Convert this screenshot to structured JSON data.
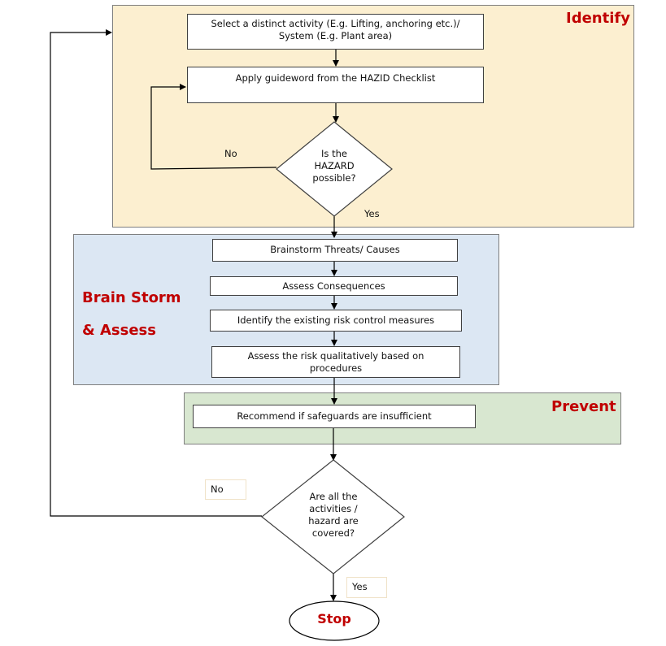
{
  "stages": {
    "identify": "Identify",
    "brainstorm_line1": "Brain Storm",
    "brainstorm_line2": "& Assess",
    "prevent": "Prevent"
  },
  "steps": {
    "select_activity_line1": "Select a distinct activity (E.g. Lifting, anchoring etc.)/",
    "select_activity_line2": "System (E.g. Plant area)",
    "apply_guideword": "Apply guideword from the HAZID Checklist",
    "brainstorm_threats": "Brainstorm Threats/ Causes",
    "assess_consequences": "Assess  Consequences",
    "identify_controls": "Identify the existing risk control measures",
    "assess_risk_line1": "Assess  the risk qualitatively based on",
    "assess_risk_line2": "procedures",
    "recommend": "Recommend if safeguards are insufficient"
  },
  "decisions": {
    "hazard_possible": [
      "Is the",
      "HAZARD",
      "possible?"
    ],
    "all_covered": [
      "Are all the",
      "activities /",
      "hazard are",
      "covered?"
    ]
  },
  "branches": {
    "no_hazard": "No",
    "yes_hazard": "Yes",
    "no_covered": "No",
    "yes_covered": "Yes"
  },
  "terminal": {
    "stop": "Stop"
  },
  "colors": {
    "identify_fill": "#fcefd0",
    "brainstorm_fill": "#dce7f3",
    "prevent_fill": "#d8e7d0",
    "stage_label": "#c00000"
  }
}
